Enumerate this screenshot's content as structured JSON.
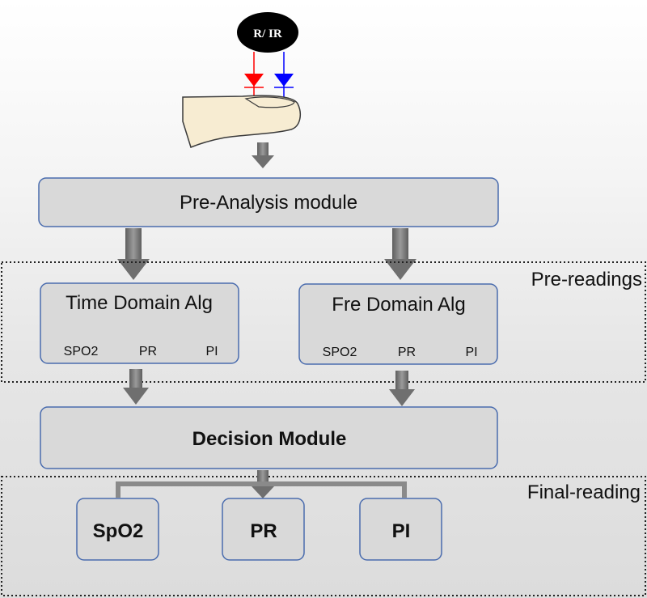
{
  "source": {
    "label": "R/ IR",
    "colors": {
      "red": "#ff0000",
      "blue": "#0000ff"
    }
  },
  "pre_analysis": {
    "label": "Pre-Analysis module"
  },
  "pre_readings": {
    "label": "Pre-readings",
    "time_domain": {
      "title": "Time Domain Alg",
      "metrics": [
        "SPO2",
        "PR",
        "PI"
      ]
    },
    "freq_domain": {
      "title": "Fre Domain Alg",
      "metrics": [
        "SPO2",
        "PR",
        "PI"
      ]
    }
  },
  "decision": {
    "label": "Decision Module"
  },
  "final_reading": {
    "label": "Final-reading",
    "outputs": [
      "SpO2",
      "PR",
      "PI"
    ]
  },
  "colors": {
    "box_fill": "#d9d9d9",
    "box_stroke": "#4a6cae",
    "arrow": "#7f7f7f",
    "finger": "#f7ecd2"
  }
}
